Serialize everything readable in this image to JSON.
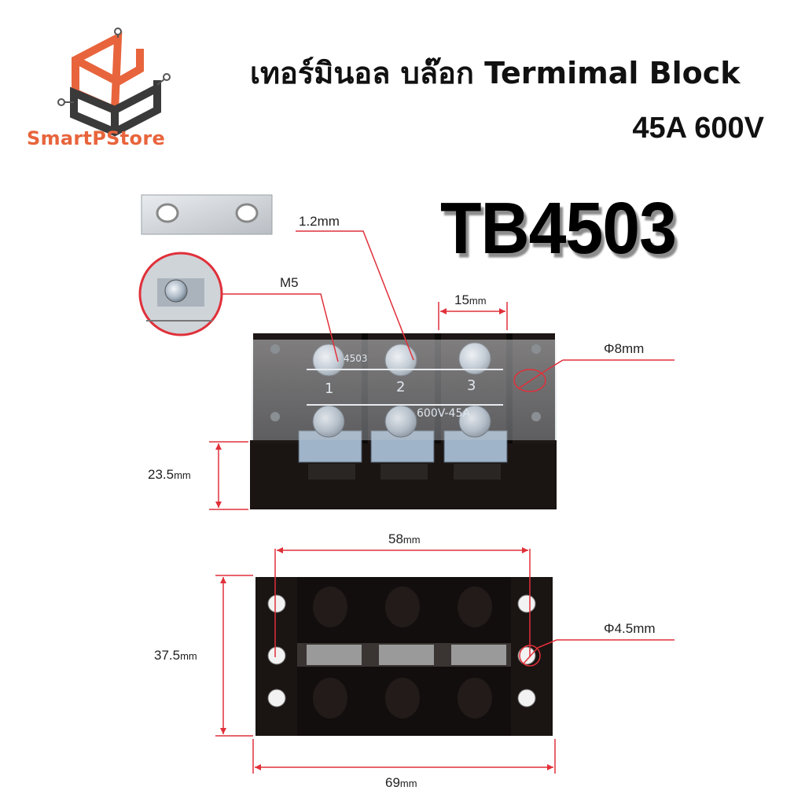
{
  "header": {
    "title_thai": "เทอร์มินอล บล๊อก Termimal Block",
    "title_spec": "45A 600V"
  },
  "brand": {
    "name": "SmartPStore",
    "color": "#e8643c",
    "icon": "circuit-s-logo-icon"
  },
  "product": {
    "model": "TB4503",
    "terminal_numbers": [
      "1",
      "2",
      "3"
    ],
    "block_print_top": "4503",
    "block_print_rating": "600V-45A"
  },
  "dimensions": {
    "strip_thickness": "1.2mm",
    "screw": "M5",
    "pitch_value": "15",
    "pitch_unit": "mm",
    "hole_top": "Φ8mm",
    "height_value": "23.5",
    "height_unit": "mm",
    "hole_spacing_value": "58",
    "hole_spacing_unit": "mm",
    "mount_hole": "Φ4.5mm",
    "width_value": "37.5",
    "width_unit": "mm",
    "length_value": "69",
    "length_unit": "mm"
  },
  "colors": {
    "dimension_line": "#e0303a",
    "block_body": "#1a1412",
    "cover": "#dfe3e8"
  }
}
